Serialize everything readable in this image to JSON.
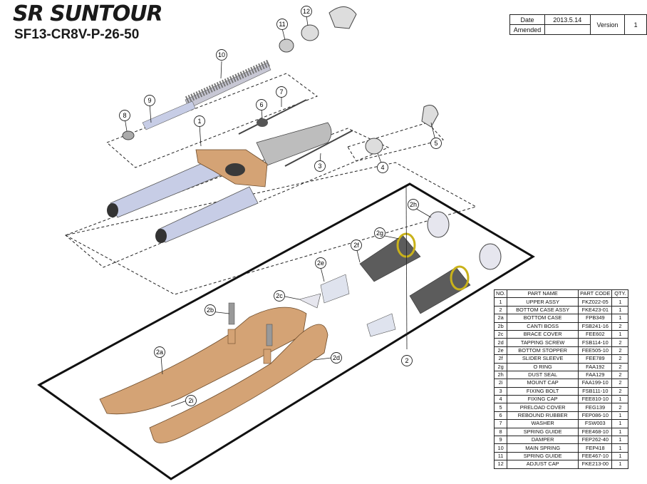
{
  "header": {
    "brand": "SR SUNTOUR",
    "model": "SF13-CR8V-P-26-50"
  },
  "info_table": {
    "date_label": "Date",
    "date_value": "2013.5.14",
    "amended_label": "Amended",
    "version_label": "Version",
    "version_value": "1"
  },
  "parts_table": {
    "headers": [
      "NO.",
      "PART NAME",
      "PART CODE",
      "QTY."
    ],
    "rows": [
      [
        "1",
        "UPPER ASSY",
        "FKZ022-05",
        "1"
      ],
      [
        "2",
        "BOTTOM CASE ASSY",
        "FKE423-01",
        "1"
      ],
      [
        "2a",
        "BOTTOM CASE",
        "FPB349",
        "1"
      ],
      [
        "2b",
        "CANTI BOSS",
        "FSB241-16",
        "2"
      ],
      [
        "2c",
        "BRACE COVER",
        "FEE602",
        "1"
      ],
      [
        "2d",
        "TAPPING SCREW",
        "FSB114-10",
        "2"
      ],
      [
        "2e",
        "BOTTOM STOPPER",
        "FEE505-10",
        "2"
      ],
      [
        "2f",
        "SLIDER SLEEVE",
        "FEE789",
        "2"
      ],
      [
        "2g",
        "O RING",
        "FAA192",
        "2"
      ],
      [
        "2h",
        "DUST SEAL",
        "FAA129",
        "2"
      ],
      [
        "2i",
        "MOUNT CAP",
        "FAA199-10",
        "2"
      ],
      [
        "3",
        "FIXING BOLT",
        "FSB111-10",
        "2"
      ],
      [
        "4",
        "FIXING CAP",
        "FEE810-10",
        "1"
      ],
      [
        "5",
        "PRELOAD COVER",
        "FEG139",
        "2"
      ],
      [
        "6",
        "REBOUND RUBBER",
        "FEP086-10",
        "1"
      ],
      [
        "7",
        "WASHER",
        "FSW003",
        "1"
      ],
      [
        "8",
        "SPRING GUIDE",
        "FEE468-10",
        "1"
      ],
      [
        "9",
        "DAMPER",
        "FEP262-40",
        "1"
      ],
      [
        "10",
        "MAIN SPRING",
        "FEP418",
        "1"
      ],
      [
        "11",
        "SPRING GUIDE",
        "FEE467-10",
        "1"
      ],
      [
        "12",
        "ADJUST CAP",
        "FKE213-00",
        "1"
      ]
    ]
  },
  "callouts": [
    "1",
    "2",
    "2a",
    "2b",
    "2c",
    "2d",
    "2e",
    "2f",
    "2g",
    "2h",
    "2i",
    "3",
    "4",
    "5",
    "6",
    "7",
    "8",
    "9",
    "10",
    "11",
    "12"
  ],
  "colors": {
    "fork_body": "#d4a375",
    "stanchion": "#c7cde6",
    "sleeve": "#5c5c5c",
    "o_ring": "#c9b21a",
    "line": "#111111"
  }
}
